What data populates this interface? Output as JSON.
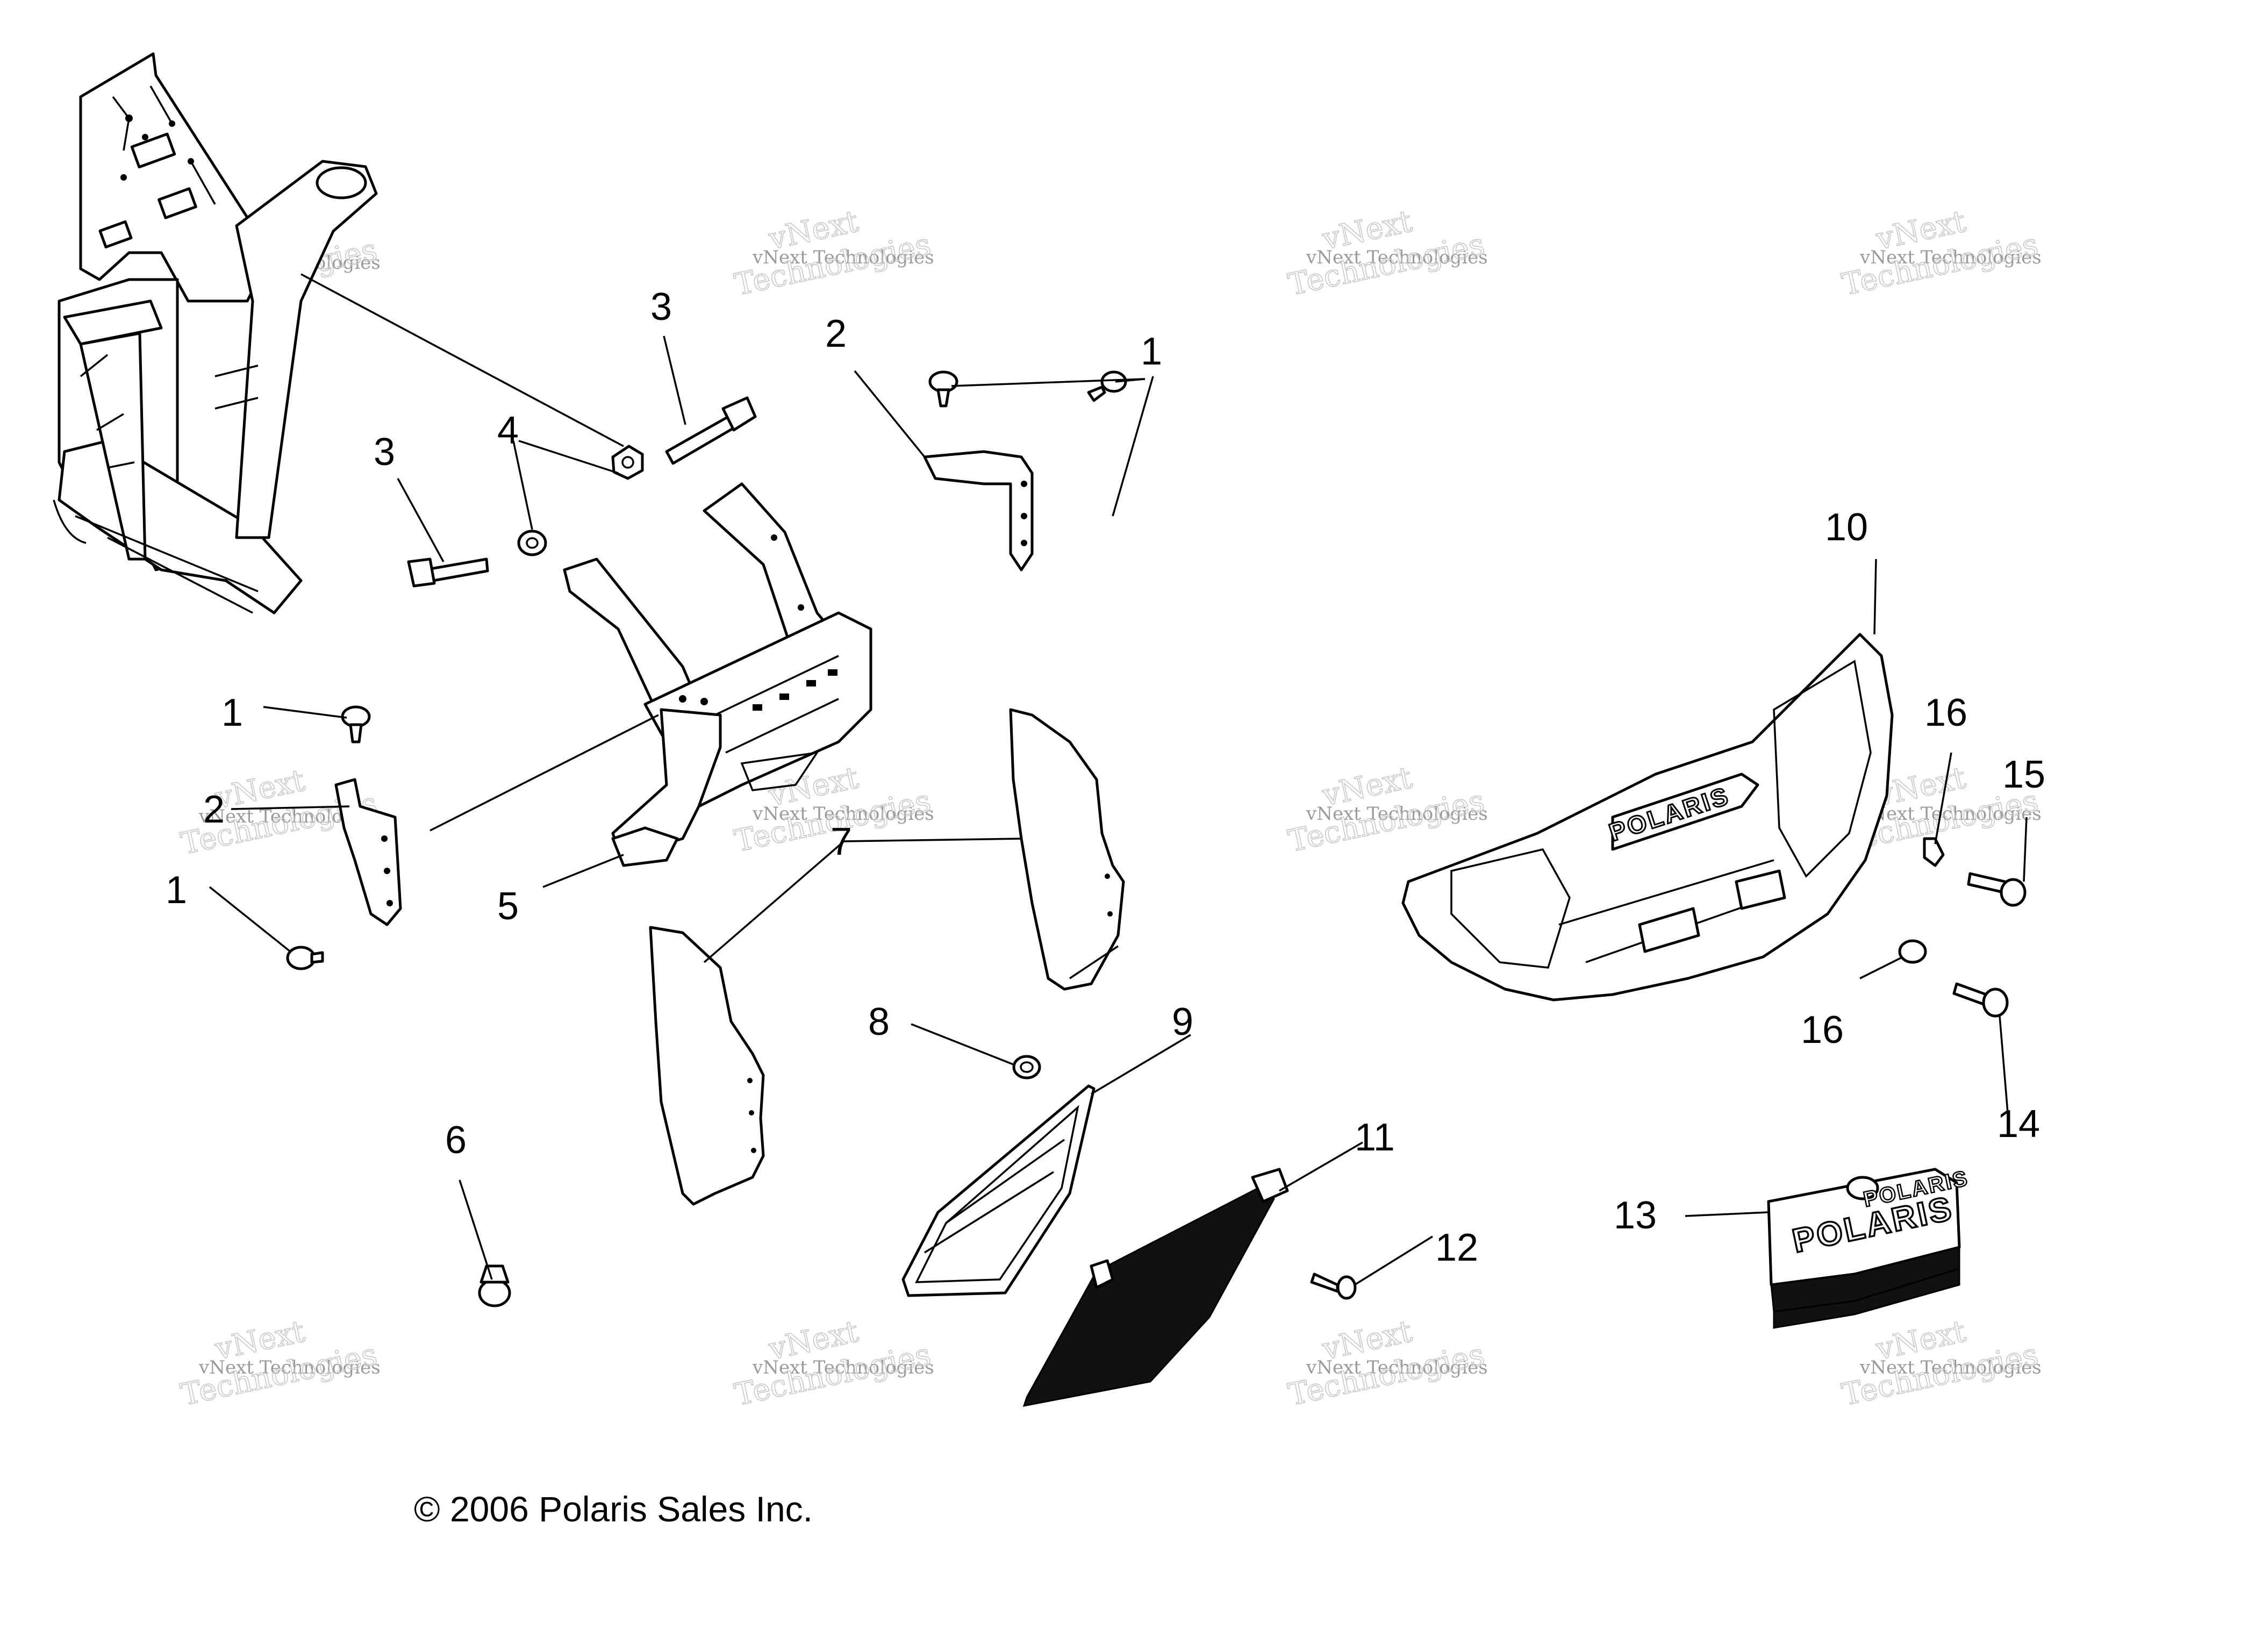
{
  "callouts": [
    {
      "id": "c1a",
      "text": "1"
    },
    {
      "id": "c2a",
      "text": "2"
    },
    {
      "id": "c3a",
      "text": "3"
    },
    {
      "id": "c3b",
      "text": "3"
    },
    {
      "id": "c4",
      "text": "4"
    },
    {
      "id": "c10",
      "text": "10"
    },
    {
      "id": "c1b",
      "text": "1"
    },
    {
      "id": "c2b",
      "text": "2"
    },
    {
      "id": "c1c",
      "text": "1"
    },
    {
      "id": "c5",
      "text": "5"
    },
    {
      "id": "c7",
      "text": "7"
    },
    {
      "id": "c16a",
      "text": "16"
    },
    {
      "id": "c15",
      "text": "15"
    },
    {
      "id": "c8",
      "text": "8"
    },
    {
      "id": "c9",
      "text": "9"
    },
    {
      "id": "c16b",
      "text": "16"
    },
    {
      "id": "c14",
      "text": "14"
    },
    {
      "id": "c6",
      "text": "6"
    },
    {
      "id": "c11",
      "text": "11"
    },
    {
      "id": "c12",
      "text": "12"
    },
    {
      "id": "c13",
      "text": "13"
    }
  ],
  "watermark": {
    "line1": "vNext Technologies",
    "line2a": "vNext",
    "line2b": "Technologies"
  },
  "logo_text": "POLARIS",
  "copyright": "© 2006 Polaris Sales Inc.",
  "colors": {
    "ink": "#000000",
    "watermark": "#9a9a9a",
    "background": "#ffffff"
  }
}
